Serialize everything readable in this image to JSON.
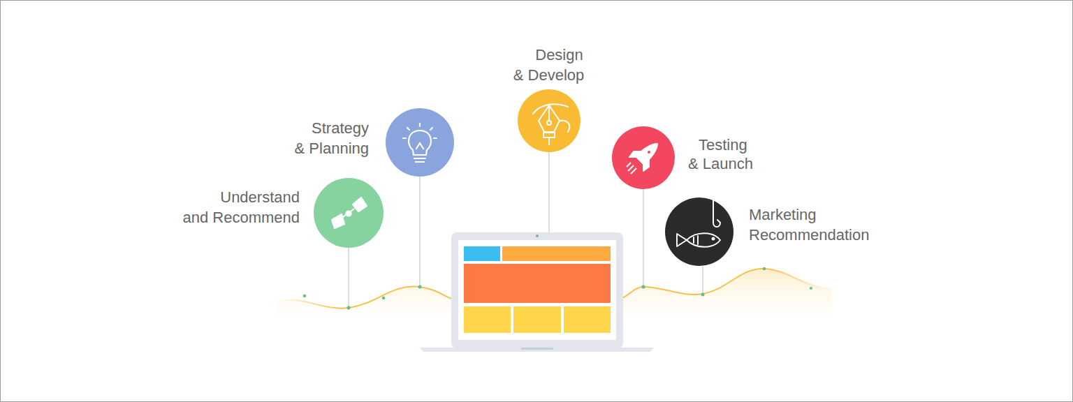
{
  "diagram": {
    "nodes": [
      {
        "text": [
          "Understand and Recommend"
        ]
      },
      {
        "text": [
          "Strategy & Planning"
        ]
      },
      {
        "text": [
          "Design & Develop"
        ]
      },
      {
        "text": [
          "Testing & Launch"
        ]
      },
      {
        "text": [
          "Marketing Recommendation"
        ]
      }
    ]
  }
}
